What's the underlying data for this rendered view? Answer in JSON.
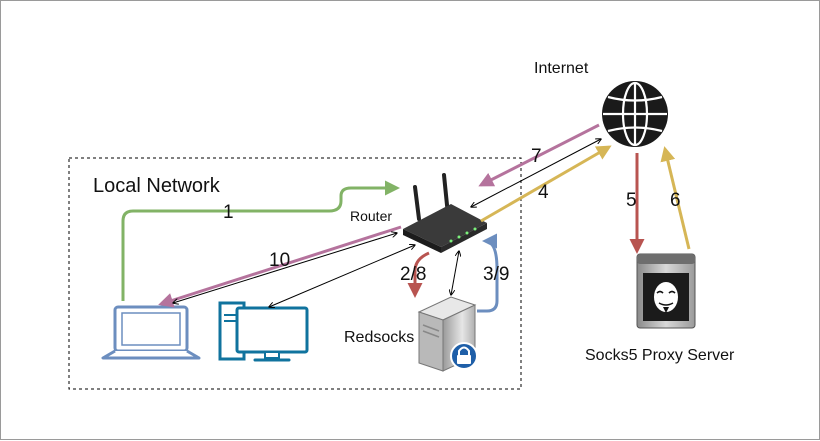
{
  "labels": {
    "internet": "Internet",
    "local_network": "Local Network",
    "router": "Router",
    "redsocks": "Redsocks",
    "proxy_server": "Socks5 Proxy Server"
  },
  "steps": {
    "s1": "1",
    "s10": "10",
    "s2_8": "2/8",
    "s3_9": "3/9",
    "s4": "4",
    "s5": "5",
    "s6": "6",
    "s7": "7"
  },
  "colors": {
    "green": "#82b366",
    "purple": "#b5739d",
    "red": "#b85450",
    "blue": "#6c8ebf",
    "yellow": "#d6b656",
    "black": "#000000",
    "laptop_stroke": "#6c8ebf",
    "desktop_stroke": "#10739e"
  },
  "icons": [
    "globe-icon",
    "router-icon",
    "laptop-icon",
    "desktop-icon",
    "server-lock-icon",
    "proxy-server-icon"
  ]
}
